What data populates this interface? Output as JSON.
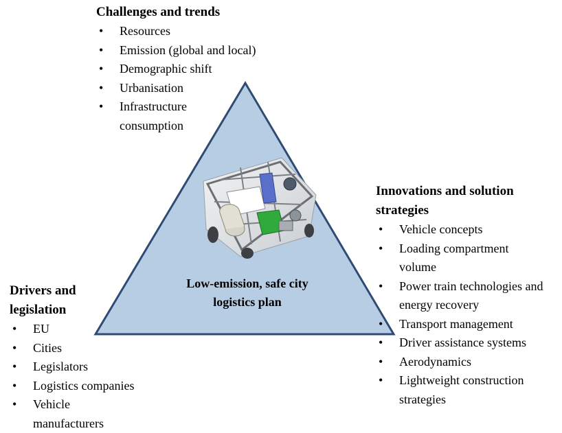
{
  "diagram": {
    "colors": {
      "triangle_fill": "#b7cde3",
      "triangle_stroke": "#2f4b74"
    },
    "center_label": [
      "Low-emission, safe city",
      "logistics plan"
    ],
    "image": "vehicle-chassis-render",
    "sections": {
      "challenges": {
        "title": "Challenges and trends",
        "items": [
          "Resources",
          "Emission (global and local)",
          "Demographic shift",
          "Urbanisation",
          "Infrastructure consumption"
        ]
      },
      "innovations": {
        "title": "Innovations and solution strategies",
        "items": [
          "Vehicle concepts",
          "Loading compartment volume",
          "Power train technologies and energy recovery",
          "Transport management",
          "Driver assistance systems",
          "Aerodynamics",
          "Lightweight construction strategies"
        ]
      },
      "drivers": {
        "title": "Drivers and legislation",
        "items": [
          "EU",
          "Cities",
          "Legislators",
          "Logistics companies",
          "Vehicle manufacturers"
        ]
      }
    }
  }
}
